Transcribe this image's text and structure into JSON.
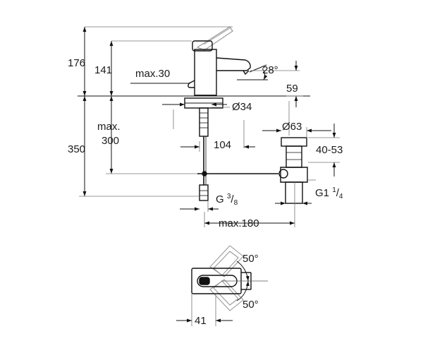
{
  "labels": {
    "height_total": "176",
    "height_spout": "141",
    "max_thickness": "max.30",
    "angle_spout": "28°",
    "spout_height": "59",
    "hole_diameter": "Ø34",
    "max_300_line1": "max.",
    "max_300_line2": "300",
    "height_350": "350",
    "reach": "104",
    "waste_diameter": "Ø63",
    "waste_range": "40-53",
    "thread_g": "G",
    "thread_g_num": "3",
    "thread_g_den": "8",
    "thread_g1": "G1",
    "thread_g1_num": "1",
    "thread_g1_den": "4",
    "max_180": "max.180",
    "angle_top": "50°",
    "angle_bottom": "50°",
    "width_41": "41"
  }
}
